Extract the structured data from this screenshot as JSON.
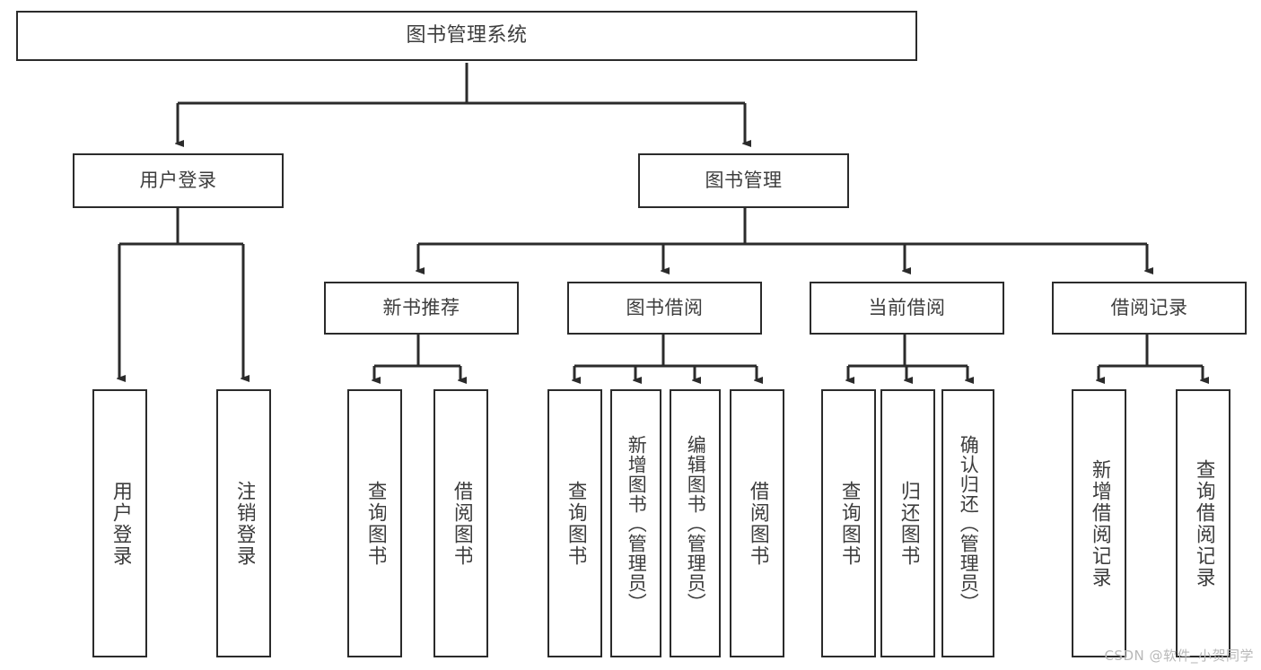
{
  "diagram": {
    "title": "图书管理系统",
    "type": "tree-hierarchy-diagram",
    "colors": {
      "background": "#ffffff",
      "box_border": "#2b2b2b",
      "box_fill": "#ffffff",
      "text": "#3d3d3d",
      "connector": "#2b2b2b",
      "watermark": "#b8b8b8"
    },
    "root": {
      "label": "图书管理系统"
    },
    "level2": [
      {
        "label": "用户登录"
      },
      {
        "label": "图书管理"
      }
    ],
    "level3": [
      {
        "label": "新书推荐"
      },
      {
        "label": "图书借阅"
      },
      {
        "label": "当前借阅"
      },
      {
        "label": "借阅记录"
      }
    ],
    "leaves": {
      "user_login": [
        {
          "label": "用户登录"
        },
        {
          "label": "注销登录"
        }
      ],
      "new_book_recommend": [
        {
          "label": "查询图书"
        },
        {
          "label": "借阅图书"
        }
      ],
      "book_borrow": [
        {
          "label": "查询图书"
        },
        {
          "label": "新增图书（管理员）"
        },
        {
          "label": "编辑图书（管理员）"
        },
        {
          "label": "借阅图书"
        }
      ],
      "current_borrow": [
        {
          "label": "查询图书"
        },
        {
          "label": "归还图书"
        },
        {
          "label": "确认归还（管理员）"
        }
      ],
      "borrow_record": [
        {
          "label": "新增借阅记录"
        },
        {
          "label": "查询借阅记录"
        }
      ]
    }
  },
  "watermark": {
    "text": "CSDN @软件_小贺同学"
  }
}
